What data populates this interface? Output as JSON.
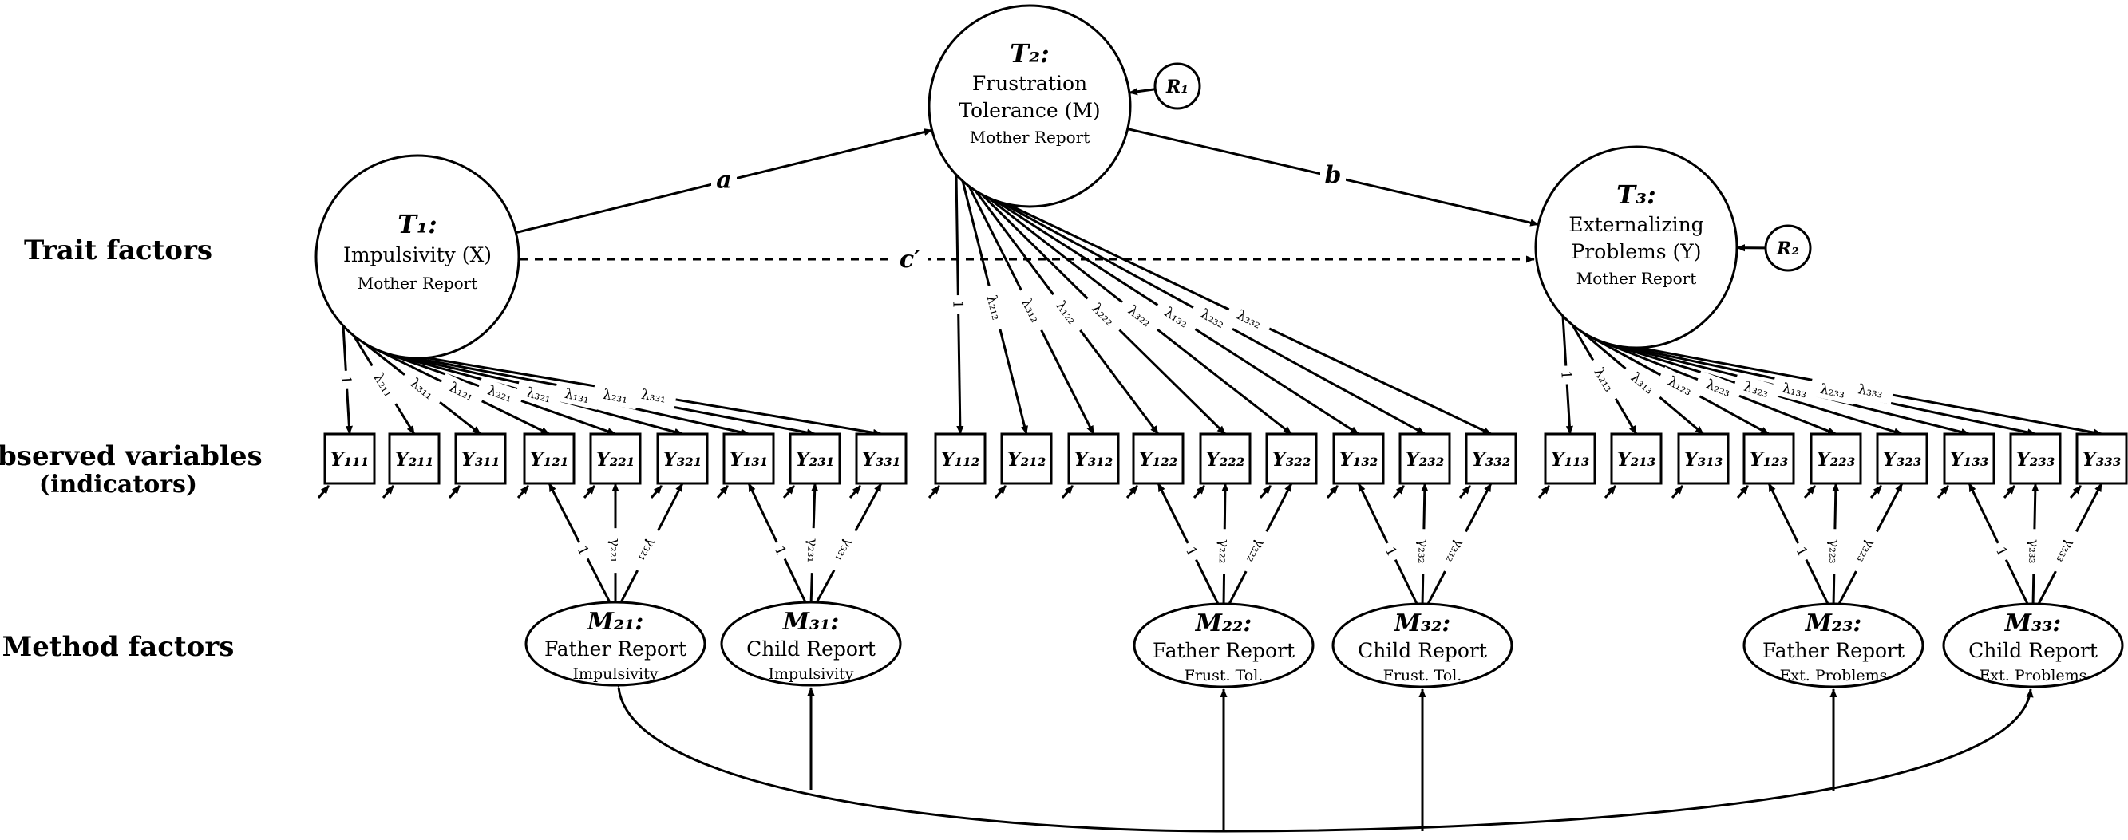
{
  "row_labels": {
    "trait": "Trait factors",
    "observed": "Observed variables",
    "observed_sub": "(indicators)",
    "method": "Method factors"
  },
  "traits": [
    {
      "id": "T1",
      "title": "T₁:",
      "line1": "Impulsivity (X)",
      "line2": "Mother Report"
    },
    {
      "id": "T2",
      "title": "T₂:",
      "line1": "Frustration",
      "line2": "Tolerance (M)",
      "line3": "Mother Report"
    },
    {
      "id": "T3",
      "title": "T₃:",
      "line1": "Externalizing",
      "line2": "Problems (Y)",
      "line3": "Mother Report"
    }
  ],
  "residual_factors": [
    {
      "id": "R1",
      "label": "R₁",
      "target": "T2"
    },
    {
      "id": "R2",
      "label": "R₂",
      "target": "T3"
    }
  ],
  "structural_paths": [
    {
      "from": "T1",
      "to": "T2",
      "label": "a",
      "style": "solid"
    },
    {
      "from": "T2",
      "to": "T3",
      "label": "b",
      "style": "solid"
    },
    {
      "from": "T1",
      "to": "T3",
      "label": "c′",
      "style": "dashed"
    }
  ],
  "indicator_groups": [
    {
      "trait": "T1",
      "indicators": [
        {
          "label": "Y₁₁₁",
          "loading": "1"
        },
        {
          "label": "Y₂₁₁",
          "loading": "λ₂₁₁"
        },
        {
          "label": "Y₃₁₁",
          "loading": "λ₃₁₁"
        },
        {
          "label": "Y₁₂₁",
          "loading": "λ₁₂₁"
        },
        {
          "label": "Y₂₂₁",
          "loading": "λ₂₂₁"
        },
        {
          "label": "Y₃₂₁",
          "loading": "λ₃₂₁"
        },
        {
          "label": "Y₁₃₁",
          "loading": "λ₁₃₁"
        },
        {
          "label": "Y₂₃₁",
          "loading": "λ₂₃₁"
        },
        {
          "label": "Y₃₃₁",
          "loading": "λ₃₃₁"
        }
      ]
    },
    {
      "trait": "T2",
      "indicators": [
        {
          "label": "Y₁₁₂",
          "loading": "1"
        },
        {
          "label": "Y₂₁₂",
          "loading": "λ₂₁₂"
        },
        {
          "label": "Y₃₁₂",
          "loading": "λ₃₁₂"
        },
        {
          "label": "Y₁₂₂",
          "loading": "λ₁₂₂"
        },
        {
          "label": "Y₂₂₂",
          "loading": "λ₂₂₂"
        },
        {
          "label": "Y₃₂₂",
          "loading": "λ₃₂₂"
        },
        {
          "label": "Y₁₃₂",
          "loading": "λ₁₃₂"
        },
        {
          "label": "Y₂₃₂",
          "loading": "λ₂₃₂"
        },
        {
          "label": "Y₃₃₂",
          "loading": "λ₃₃₂"
        }
      ]
    },
    {
      "trait": "T3",
      "indicators": [
        {
          "label": "Y₁₁₃",
          "loading": "1"
        },
        {
          "label": "Y₂₁₃",
          "loading": "λ₂₁₃"
        },
        {
          "label": "Y₃₁₃",
          "loading": "λ₃₁₃"
        },
        {
          "label": "Y₁₂₃",
          "loading": "λ₁₂₃"
        },
        {
          "label": "Y₂₂₃",
          "loading": "λ₂₂₃"
        },
        {
          "label": "Y₃₂₃",
          "loading": "λ₃₂₃"
        },
        {
          "label": "Y₁₃₃",
          "loading": "λ₁₃₃"
        },
        {
          "label": "Y₂₃₃",
          "loading": "λ₂₃₃"
        },
        {
          "label": "Y₃₃₃",
          "loading": "λ₃₃₃"
        }
      ]
    }
  ],
  "method_factors": [
    {
      "id": "M21",
      "title": "M₂₁:",
      "line1": "Father Report",
      "line2": "Impulsivity",
      "indicators": [
        "Y₁₂₁",
        "Y₂₂₁",
        "Y₃₂₁"
      ],
      "loadings": [
        "1",
        "γ₂₂₁",
        "γ₃₂₁"
      ]
    },
    {
      "id": "M31",
      "title": "M₃₁:",
      "line1": "Child Report",
      "line2": "Impulsivity",
      "indicators": [
        "Y₁₃₁",
        "Y₂₃₁",
        "Y₃₃₁"
      ],
      "loadings": [
        "1",
        "γ₂₃₁",
        "γ₃₃₁"
      ]
    },
    {
      "id": "M22",
      "title": "M₂₂:",
      "line1": "Father Report",
      "line2": "Frust. Tol.",
      "indicators": [
        "Y₁₂₂",
        "Y₂₂₂",
        "Y₃₂₂"
      ],
      "loadings": [
        "1",
        "γ₂₂₂",
        "γ₃₂₂"
      ]
    },
    {
      "id": "M32",
      "title": "M₃₂:",
      "line1": "Child Report",
      "line2": "Frust. Tol.",
      "indicators": [
        "Y₁₃₂",
        "Y₂₃₂",
        "Y₃₃₂"
      ],
      "loadings": [
        "1",
        "γ₂₃₂",
        "γ₃₃₂"
      ]
    },
    {
      "id": "M23",
      "title": "M₂₃:",
      "line1": "Father Report",
      "line2": "Ext. Problems",
      "indicators": [
        "Y₁₂₃",
        "Y₂₂₃",
        "Y₃₂₃"
      ],
      "loadings": [
        "1",
        "γ₂₂₃",
        "γ₃₂₃"
      ]
    },
    {
      "id": "M33",
      "title": "M₃₃:",
      "line1": "Child Report",
      "line2": "Ext. Problems",
      "indicators": [
        "Y₁₃₃",
        "Y₂₃₃",
        "Y₃₃₃"
      ],
      "loadings": [
        "1",
        "γ₂₃₃",
        "γ₃₃₃"
      ]
    }
  ]
}
